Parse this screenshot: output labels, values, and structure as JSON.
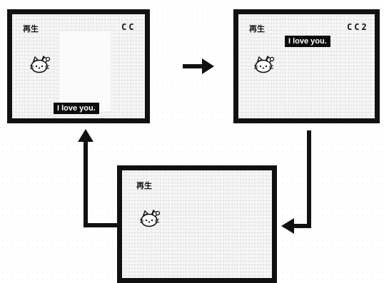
{
  "screens": {
    "screen1": {
      "mode": "再生",
      "cc": "CC",
      "caption": "I love you."
    },
    "screen2": {
      "mode": "再生",
      "cc": "CC2",
      "caption": "I love you."
    },
    "screen3": {
      "mode": "再生"
    }
  },
  "icons": {
    "character": "hello-kitty-icon",
    "flow": [
      "right-arrow-icon",
      "down-left-arrow-icon",
      "up-arrow-icon"
    ]
  },
  "colors": {
    "frame": "#111111",
    "caption_bg": "#0b0b0b",
    "caption_text": "#ffffff"
  }
}
